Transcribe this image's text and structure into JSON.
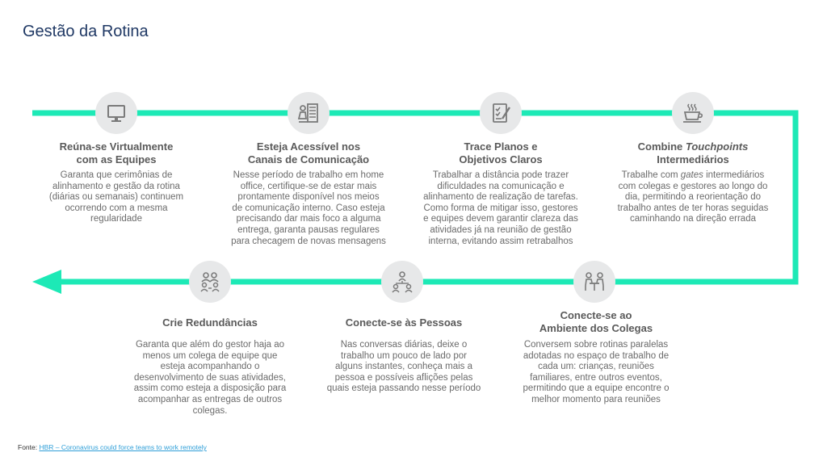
{
  "page": {
    "title": "Gestão da Rotina"
  },
  "colors": {
    "flow": "#1de9b6",
    "circle": "#e7e8e9",
    "icon": "#7a7a7a",
    "title": "#1f3864"
  },
  "steps": [
    {
      "icon": "monitor-icon",
      "title_lines": [
        "Reúna-se Virtualmente",
        "com as Equipes"
      ],
      "desc_lines": [
        "Garanta que cerimônias de",
        "alinhamento e gestão da rotina",
        "(diárias ou semanais) continuem",
        "ocorrendo com a mesma",
        "regularidade"
      ]
    },
    {
      "icon": "office-desk-icon",
      "title_lines": [
        "Esteja Acessível nos",
        "Canais de Comunicação"
      ],
      "desc_lines": [
        "Nesse período de trabalho em home",
        "office, certifique-se de estar mais",
        "prontamente disponível nos meios",
        "de comunicação interno. Caso esteja",
        "precisando dar mais foco a alguma",
        "entrega, garanta pausas regulares",
        "para checagem de novas mensagens"
      ]
    },
    {
      "icon": "checklist-icon",
      "title_lines": [
        "Trace Planos e",
        "Objetivos Claros"
      ],
      "desc_lines": [
        "Trabalhar a distância pode trazer",
        "dificuldades na comunicação e",
        "alinhamento de realização de tarefas.",
        "Como forma de mitigar isso, gestores",
        "e equipes devem garantir clareza das",
        "atividades já na reunião de gestão",
        "interna, evitando assim retrabalhos"
      ]
    },
    {
      "icon": "coffee-cup-icon",
      "title_pre": "Combine ",
      "title_em": "Touchpoints",
      "title_line2": "Intermediários",
      "desc_pre": "Trabalhe com ",
      "desc_em": "gates",
      "desc_post": " intermediários",
      "desc_lines": [
        "com colegas e gestores ao longo do",
        "dia, permitindo a reorientação do",
        "trabalho antes de ter horas seguidas",
        "caminhando na direção errada"
      ]
    },
    {
      "icon": "colleagues-meeting-icon",
      "title_lines": [
        "Conecte-se ao",
        "Ambiente dos Colegas"
      ],
      "desc_lines": [
        "Conversem sobre rotinas paralelas",
        "adotadas no espaço de trabalho de",
        "cada um: crianças, reuniões",
        "familiares, entre outros eventos,",
        "permitindo que a equipe encontre o",
        "melhor momento para reuniões"
      ]
    },
    {
      "icon": "people-network-icon",
      "title_lines": [
        "Conecte-se às Pessoas"
      ],
      "desc_lines": [
        "Nas conversas diárias, deixe o",
        "trabalho um pouco de lado por",
        "alguns instantes, conheça mais a",
        "pessoa e possíveis aflições pelas",
        "quais esteja passando nesse período"
      ]
    },
    {
      "icon": "team-redundancy-icon",
      "title_lines": [
        "Crie Redundâncias"
      ],
      "desc_lines": [
        "Garanta que além do gestor haja ao",
        "menos um colega de equipe que",
        "esteja acompanhando o",
        "desenvolvimento de suas atividades,",
        "assim como esteja a disposição para",
        "acompanhar as entregas de outros",
        "colegas."
      ]
    }
  ],
  "footer": {
    "label": "Fonte: ",
    "link_text": "HBR – Coronavirus could force teams to work remotely"
  }
}
